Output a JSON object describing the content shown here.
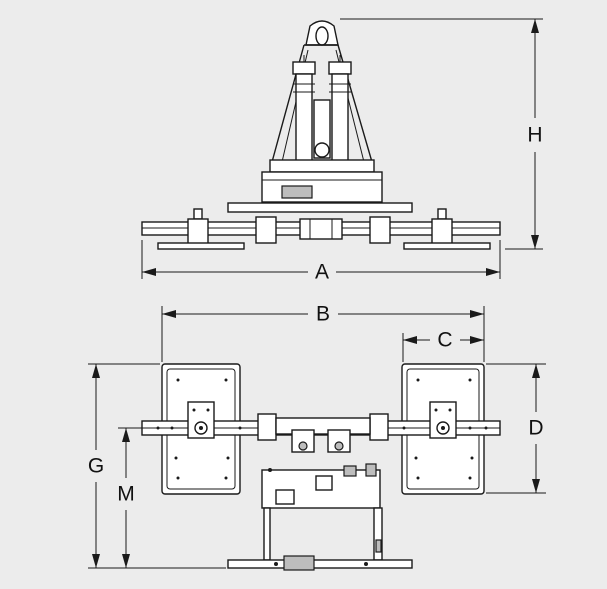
{
  "diagram": {
    "background": "#ececec",
    "line_color": "#1a1a1a",
    "dimension_labels": {
      "A": "A",
      "B": "B",
      "C": "C",
      "D": "D",
      "G": "G",
      "H": "H",
      "M": "M"
    }
  }
}
